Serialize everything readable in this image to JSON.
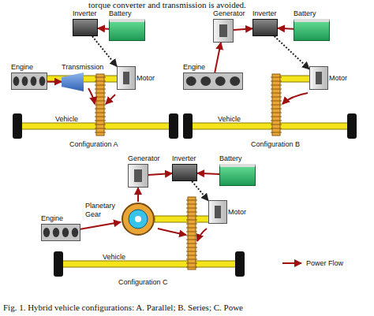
{
  "diagram": {
    "caption": "Fig. 1. Hybrid vehicle configurations: A. Parallel; B. Series; C. Powe",
    "nodes": [
      {
        "text": [
          "Inverter"
        ]
      },
      {
        "text": [
          "Battery"
        ]
      },
      {
        "text": [
          "Engine"
        ]
      },
      {
        "text": [
          "Transmission"
        ]
      },
      {
        "text": [
          "Motor"
        ]
      },
      {
        "text": [
          "Generator"
        ]
      },
      {
        "text": [
          "Inverter"
        ]
      },
      {
        "text": [
          "Battery"
        ]
      },
      {
        "text": [
          "Engine"
        ]
      },
      {
        "text": [
          "Motor"
        ]
      },
      {
        "text": [
          "Generator"
        ]
      },
      {
        "text": [
          "Inverter"
        ]
      },
      {
        "text": [
          "Battery"
        ]
      },
      {
        "text": [
          "Planetary Gear"
        ]
      },
      {
        "text": [
          "Engine"
        ]
      },
      {
        "text": [
          "Motor"
        ]
      }
    ],
    "edges": [
      {
        "from": 1,
        "to": 0,
        "arrow": "to"
      },
      {
        "from": 0,
        "to": 4,
        "arrow": "to"
      },
      {
        "from": 2,
        "to": 3,
        "arrow": "to"
      },
      {
        "from": 5,
        "to": 6,
        "arrow": "to"
      },
      {
        "from": 7,
        "to": 6,
        "arrow": "to"
      },
      {
        "from": 6,
        "to": 9,
        "arrow": "to"
      },
      {
        "from": 8,
        "to": 5,
        "arrow": "to"
      },
      {
        "from": 13,
        "to": 10,
        "arrow": "to"
      },
      {
        "from": 10,
        "to": 11,
        "arrow": "to"
      },
      {
        "from": 12,
        "to": 11,
        "arrow": "to"
      },
      {
        "from": 11,
        "to": 15,
        "arrow": "to"
      },
      {
        "from": 14,
        "to": 13,
        "arrow": "to"
      }
    ],
    "labels": [
      "torque converter and transmission is avoided.",
      "Vehicle",
      "Configuration A",
      "Vehicle",
      "Configuration B",
      "Vehicle",
      "Configuration C"
    ],
    "legend": [
      {
        "text": "Power Flow"
      }
    ]
  }
}
